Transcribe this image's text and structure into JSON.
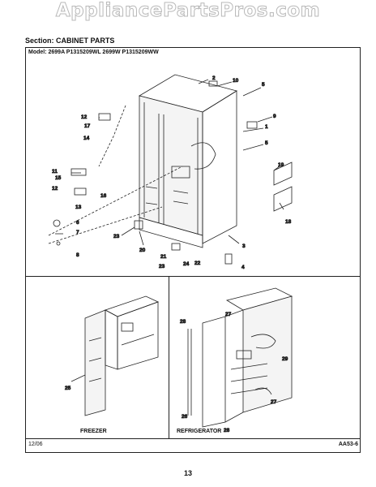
{
  "watermark": "AppliancePartsPros.com",
  "section_label": "Section:  CABINET PARTS",
  "model_label": "Model:    2699A P1315209WL 2699W P1315209WW",
  "callouts_upper": {
    "c2": "2",
    "c10": "10",
    "c5a": "5",
    "c9": "9",
    "c1": "1",
    "c5b": "5",
    "c12a": "12",
    "c17": "17",
    "c14": "14",
    "c11": "11",
    "c15": "15",
    "c12b": "12",
    "c16": "16",
    "c13": "13",
    "c19": "19",
    "c18": "18",
    "c6": "6",
    "c7": "7",
    "c8": "8",
    "c23a": "23",
    "c20": "20",
    "c3": "3",
    "c21": "21",
    "c23b": "23",
    "c24": "24",
    "c22": "22",
    "c4": "4"
  },
  "callouts_lower": {
    "c25": "25",
    "c28a": "28",
    "c27a": "27",
    "c29": "29",
    "c26": "26",
    "c28b": "28",
    "c27b": "27"
  },
  "freezer_label": "FREEZER",
  "refrigerator_label": "REFRIGERATOR",
  "footer_date": "12/06",
  "footer_code": "AA53-6",
  "page_number": "13"
}
